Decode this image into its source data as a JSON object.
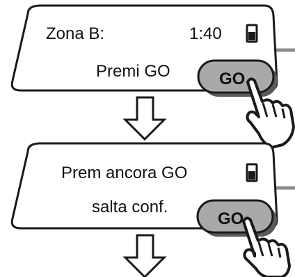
{
  "screen1": {
    "zone_label": "Zona B:",
    "time": "1:40",
    "prompt": "Premi GO",
    "go_label": "GO"
  },
  "screen2": {
    "line1": "Prem ancora GO",
    "line2": "salta conf.",
    "go_label": "GO"
  },
  "icons": {
    "battery": "battery-icon",
    "arrow": "arrow-down-icon",
    "hand": "pointing-hand-icon"
  },
  "colors": {
    "outline": "#1a1a1a",
    "button_fill": "#a9a9a9",
    "button_shadow": "#5a5a5a",
    "connector": "#8c8c8c"
  }
}
